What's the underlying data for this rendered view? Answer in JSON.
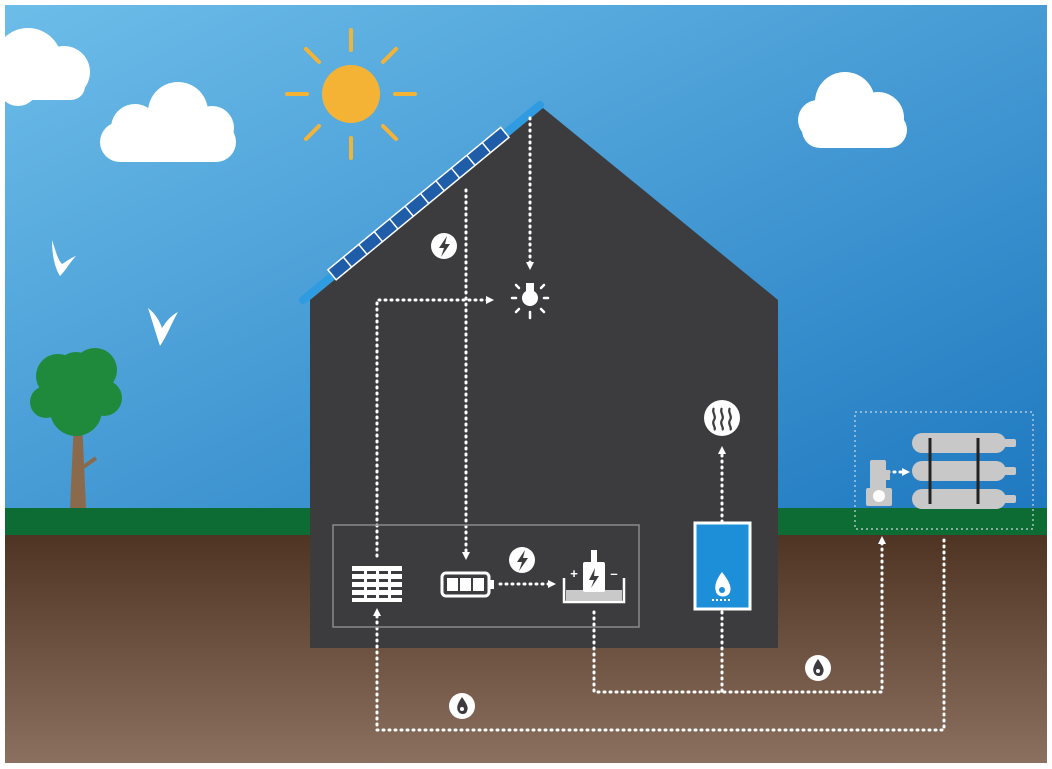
{
  "colors": {
    "sky_top": "#6dbde9",
    "sky_bottom": "#1f79c0",
    "grass": "#0d6b34",
    "soil_top": "#4f3423",
    "soil_bottom": "#8b7060",
    "house": "#3c3c3e",
    "sun": "#f5b335",
    "solar_panel": "#1f5da9",
    "roof_edge": "#2f9be0",
    "tree_canopy": "#1f8a3c",
    "tree_trunk": "#8b6a4b",
    "boiler": "#1d8fd8",
    "flow_line": "#ffffff",
    "tank": "#c8c8c8"
  },
  "diagram": {
    "elements": [
      {
        "id": "sun",
        "icon": "sun-icon"
      },
      {
        "id": "clouds",
        "icon": "cloud-icon",
        "count": 3
      },
      {
        "id": "birds",
        "icon": "bird-icon",
        "count": 2
      },
      {
        "id": "tree",
        "icon": "tree-icon"
      },
      {
        "id": "solar-panels",
        "icon": "solar-panel-icon"
      },
      {
        "id": "light",
        "icon": "lightbulb-icon"
      },
      {
        "id": "electricity-badge-roof",
        "icon": "lightning-icon"
      },
      {
        "id": "electricity-badge-basement",
        "icon": "lightning-icon"
      },
      {
        "id": "fuel-cell",
        "icon": "fuel-cell-icon"
      },
      {
        "id": "battery",
        "icon": "battery-icon"
      },
      {
        "id": "electrolyzer",
        "icon": "electrolyzer-icon"
      },
      {
        "id": "boiler",
        "icon": "boiler-flame-icon"
      },
      {
        "id": "heating",
        "icon": "heat-waves-icon"
      },
      {
        "id": "hydrogen-storage",
        "icon": "gas-cylinder-icon",
        "count": 3
      },
      {
        "id": "compressor",
        "icon": "compressor-icon"
      },
      {
        "id": "gas-badge-left",
        "icon": "gas-drop-icon"
      },
      {
        "id": "gas-badge-right",
        "icon": "gas-drop-icon"
      }
    ],
    "flows": [
      {
        "from": "solar-panels",
        "to": "battery",
        "type": "electricity"
      },
      {
        "from": "solar-panels",
        "to": "light",
        "type": "electricity"
      },
      {
        "from": "fuel-cell",
        "to": "light",
        "type": "electricity"
      },
      {
        "from": "battery",
        "to": "electrolyzer",
        "type": "electricity"
      },
      {
        "from": "electrolyzer",
        "to": "hydrogen-storage",
        "type": "gas"
      },
      {
        "from": "boiler",
        "to": "heating",
        "type": "heat"
      },
      {
        "from": "hydrogen-storage",
        "to": "boiler",
        "type": "gas"
      },
      {
        "from": "hydrogen-storage",
        "to": "fuel-cell",
        "type": "gas"
      },
      {
        "from": "compressor",
        "to": "hydrogen-storage",
        "type": "gas"
      }
    ]
  }
}
